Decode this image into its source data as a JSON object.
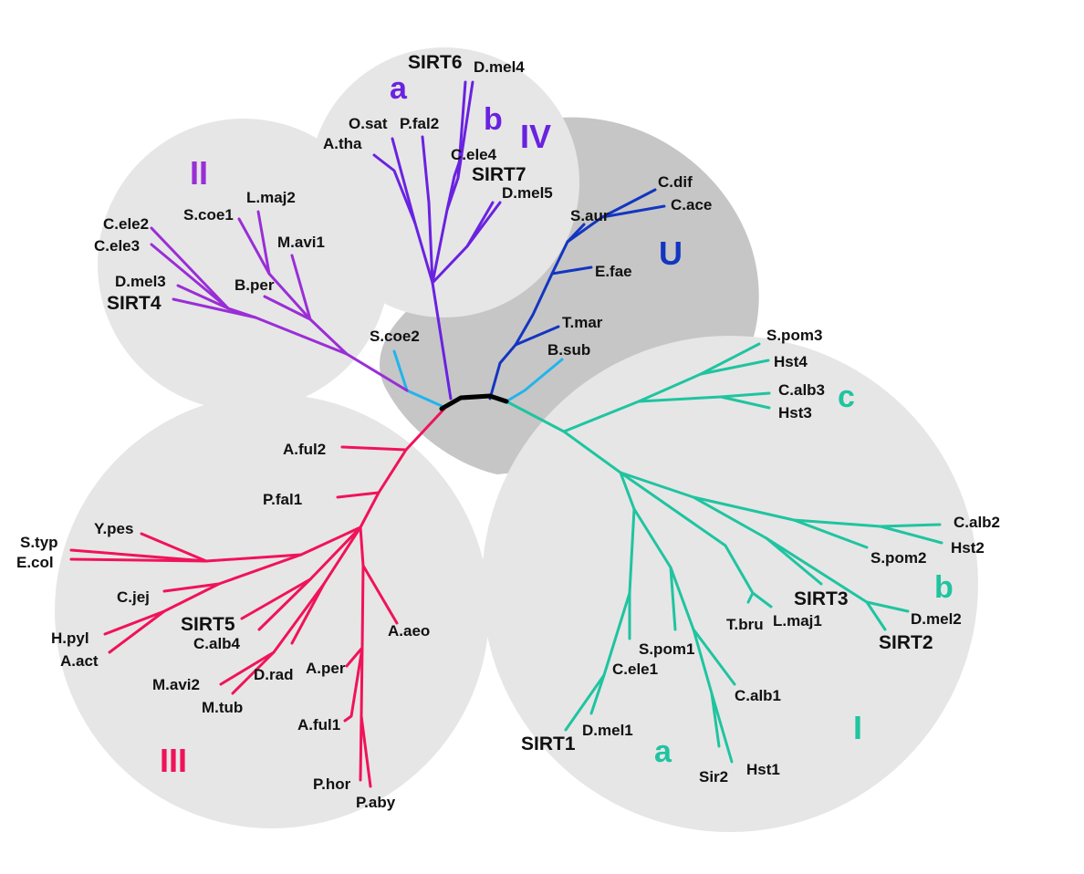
{
  "colors": {
    "I": "#1fc4a0",
    "II": "#9a2ed6",
    "III": "#f0135a",
    "IV": "#6a22e0",
    "U": "#1336c0",
    "light_blue": "#22b4ec",
    "root": "#000000",
    "region_light": "#e6e6e6",
    "region_dark": "#c6c6c6"
  },
  "clades": {
    "I": "I",
    "II": "II",
    "III": "III",
    "IV": "IV",
    "U": "U"
  },
  "subclades": {
    "IV_a": "a",
    "IV_b": "b",
    "I_a": "a",
    "I_b": "b",
    "I_c": "c"
  },
  "taxa": {
    "SIRT6": "SIRT6",
    "D_mel4": "D.mel4",
    "O_sat": "O.sat",
    "P_fal2": "P.fal2",
    "A_tha": "A.tha",
    "C_ele4": "C.ele4",
    "SIRT7": "SIRT7",
    "D_mel5": "D.mel5",
    "C_dif": "C.dif",
    "C_ace": "C.ace",
    "S_aur": "S.aur",
    "E_fae": "E.fae",
    "T_mar": "T.mar",
    "B_sub": "B.sub",
    "L_maj2": "L.maj2",
    "S_coe1": "S.coe1",
    "C_ele2": "C.ele2",
    "C_ele3": "C.ele3",
    "M_avi1": "M.avi1",
    "D_mel3": "D.mel3",
    "SIRT4": "SIRT4",
    "B_per": "B.per",
    "S_coe2": "S.coe2",
    "S_pom3": "S.pom3",
    "Hst4": "Hst4",
    "C_alb3": "C.alb3",
    "Hst3": "Hst3",
    "C_alb2": "C.alb2",
    "Hst2": "Hst2",
    "S_pom2": "S.pom2",
    "SIRT3": "SIRT3",
    "D_mel2": "D.mel2",
    "SIRT2": "SIRT2",
    "T_bru": "T.bru",
    "L_maj1": "L.maj1",
    "S_pom1": "S.pom1",
    "C_ele1": "C.ele1",
    "C_alb1": "C.alb1",
    "D_mel1": "D.mel1",
    "SIRT1": "SIRT1",
    "Sir2": "Sir2",
    "Hst1": "Hst1",
    "A_ful2": "A.ful2",
    "P_fal1": "P.fal1",
    "Y_pes": "Y.pes",
    "S_typ": "S.typ",
    "E_col": "E.col",
    "C_jej": "C.jej",
    "H_pyl": "H.pyl",
    "A_act": "A.act",
    "SIRT5": "SIRT5",
    "C_alb4": "C.alb4",
    "A_aeo": "A.aeo",
    "M_avi2": "M.avi2",
    "D_rad": "D.rad",
    "A_per": "A.per",
    "M_tub": "M.tub",
    "A_ful1": "A.ful1",
    "P_hor": "P.hor",
    "P_aby": "P.aby"
  }
}
